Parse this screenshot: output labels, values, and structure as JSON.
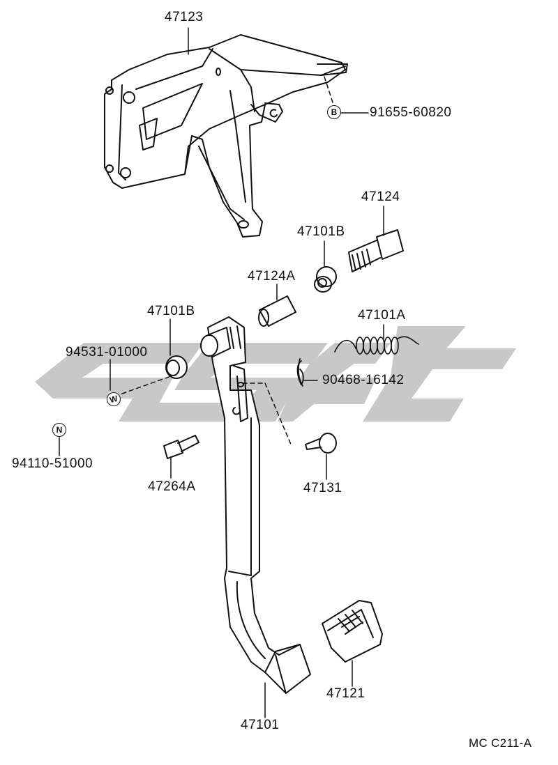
{
  "parts": {
    "p47123": "47123",
    "p91655_60820": "91655-60820",
    "p47124": "47124",
    "p47101B_right": "47101B",
    "p47124A": "47124A",
    "p47101B_left": "47101B",
    "p47101A": "47101A",
    "p94531_01000": "94531-01000",
    "p90468_16142": "90468-16142",
    "p94110_51000": "94110-51000",
    "p47264A": "47264A",
    "p47131": "47131",
    "p47121": "47121",
    "p47101": "47101"
  },
  "symbols": {
    "B": "B",
    "W": "W",
    "N": "N"
  },
  "footer": {
    "code": "MC C211-A"
  },
  "colors": {
    "line": "#111111",
    "watermark": "#c8c8c8"
  }
}
